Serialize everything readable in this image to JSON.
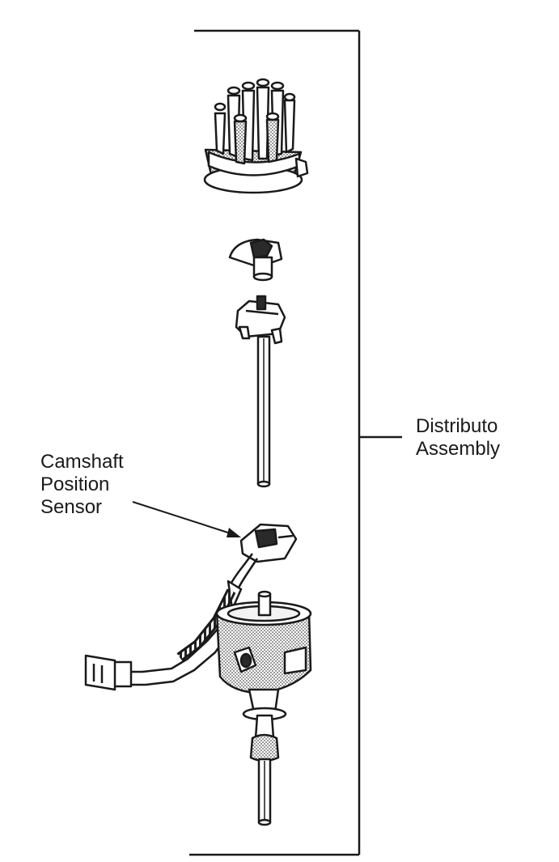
{
  "labels": {
    "sensor_line1": "Camshaft",
    "sensor_line2": "Position",
    "sensor_line3": "Sensor",
    "assembly_line1": "Distributo",
    "assembly_line2": "Assembly"
  },
  "colors": {
    "ink": "#1a1a1a",
    "shade": "#9a9a9a",
    "paper": "#ffffff"
  }
}
